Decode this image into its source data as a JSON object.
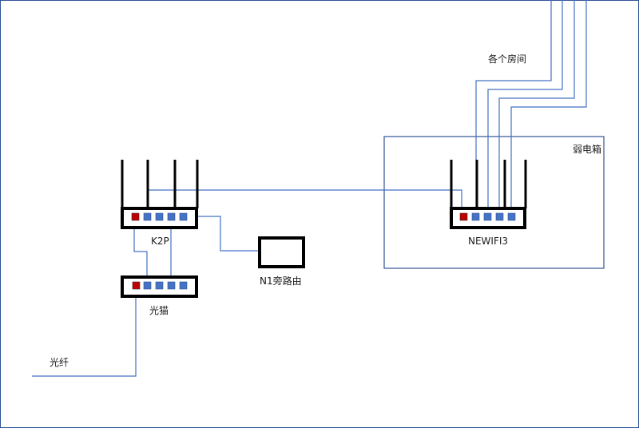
{
  "labels": {
    "rooms": "各个房间",
    "weak_box": "弱电箱",
    "newifi3": "NEWIFI3",
    "k2p": "K2P",
    "n1": "N1旁路由",
    "modem": "光猫",
    "fiber": "光纤"
  },
  "colors": {
    "wire": "#4472c4",
    "port": "#4472c4",
    "wan_port": "#c00000",
    "device_border": "#000000",
    "box_border": "#2f5496"
  }
}
